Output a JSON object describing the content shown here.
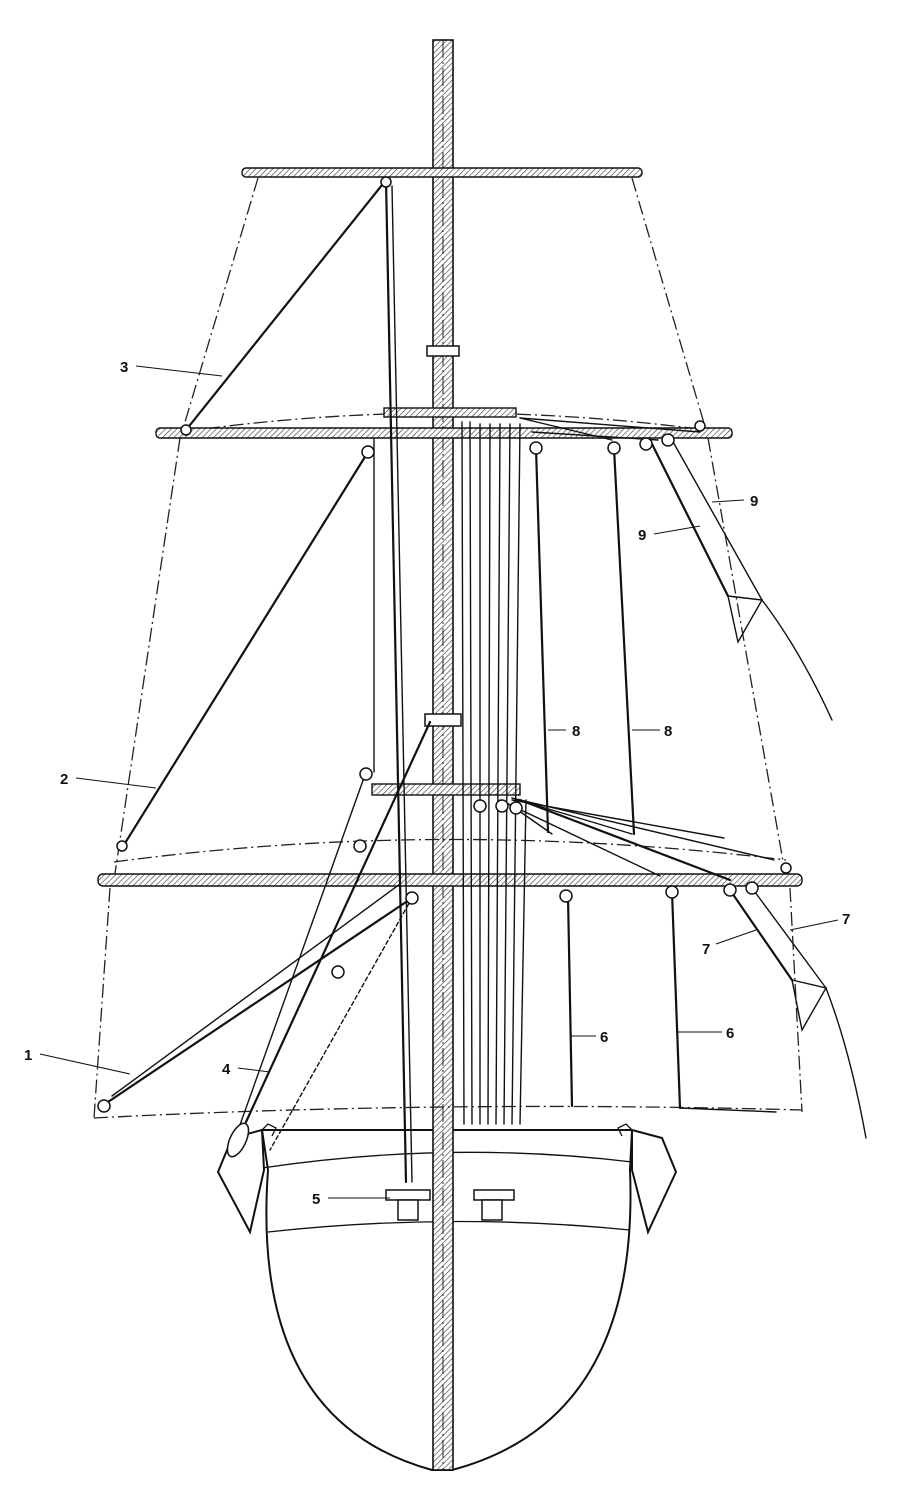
{
  "diagram": {
    "callouts": [
      {
        "id": "1",
        "text": "1"
      },
      {
        "id": "2",
        "text": "2"
      },
      {
        "id": "3",
        "text": "3"
      },
      {
        "id": "4",
        "text": "4"
      },
      {
        "id": "5",
        "text": "5"
      },
      {
        "id": "6a",
        "text": "6"
      },
      {
        "id": "6b",
        "text": "6"
      },
      {
        "id": "7a",
        "text": "7"
      },
      {
        "id": "7b",
        "text": "7"
      },
      {
        "id": "8a",
        "text": "8"
      },
      {
        "id": "8b",
        "text": "8"
      },
      {
        "id": "9a",
        "text": "9"
      },
      {
        "id": "9b",
        "text": "9"
      }
    ]
  }
}
